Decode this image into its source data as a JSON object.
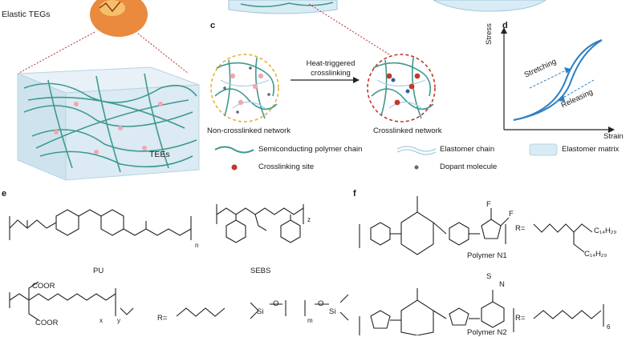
{
  "panel_a": {
    "teg_label": "Elastic TEGs",
    "tee_label": "TEEs"
  },
  "panel_c": {
    "letter": "c",
    "arrow_label_line1": "Heat-triggered",
    "arrow_label_line2": "crosslinking",
    "left_caption": "Non-crosslinked network",
    "right_caption": "Crosslinked network"
  },
  "panel_d": {
    "letter": "d",
    "ylabel": "Stress",
    "xlabel": "Strain",
    "stretch_label": "Stretching",
    "release_label": "Releasing"
  },
  "legend": {
    "semiconducting": "Semiconducting polymer chain",
    "elastomer_chain": "Elastomer chain",
    "elastomer_matrix": "Elastomer matrix",
    "crosslinking_site": "Crosslinking site",
    "dopant": "Dopant molecule"
  },
  "panel_e": {
    "letter": "e",
    "pu": "PU",
    "sebs": "SEBS",
    "r_label": "R=",
    "coor1": "COOR",
    "coor2": "COOR",
    "si1": "Si",
    "si2": "Si",
    "o1": "O",
    "o2": "O",
    "n_sub": "n",
    "x_sub": "x",
    "y_sub": "y",
    "z_sub": "z",
    "m_sub": "m"
  },
  "panel_f": {
    "letter": "f",
    "n1": "Polymer N1",
    "n2": "Polymer N2",
    "r_label1": "R=",
    "r_label2": "R=",
    "c14_1": "C₁₄H₂₉",
    "c14_2": "C₁₄H₂₉",
    "f1": "F",
    "f2": "F",
    "s": "S",
    "n_atom": "N",
    "o_sub": "6"
  },
  "colors": {
    "teal": "#3d9a8e",
    "red": "#c0392b",
    "blue": "#2f7fc2",
    "pink": "#f2a6b3",
    "light_blue": "#cfe6f2"
  }
}
